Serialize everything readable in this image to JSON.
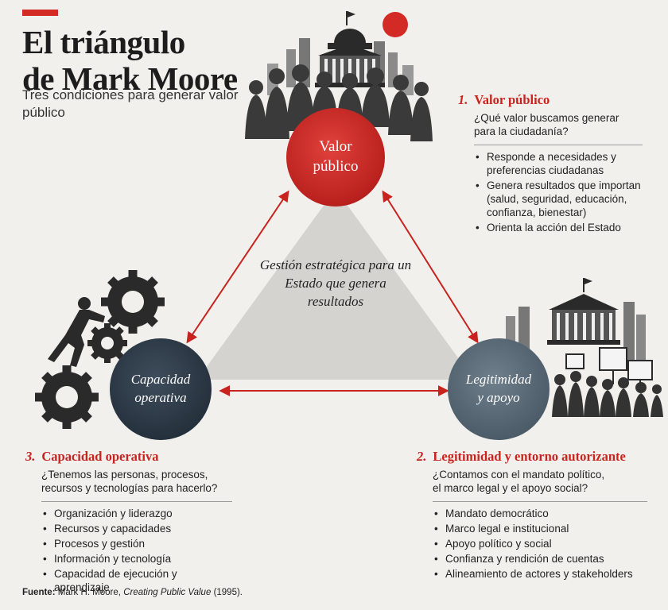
{
  "header": {
    "title_line1": "El triángulo",
    "title_line2": "de Mark Moore",
    "subtitle": "Tres condiciones para generar valor público"
  },
  "center_text": "Gestión estratégica para un Estado que genera resultados",
  "nodes": {
    "valor": {
      "line1": "Valor",
      "line2": "público"
    },
    "capacidad": {
      "line1": "Capacidad",
      "line2": "operativa"
    },
    "legitimidad": {
      "line1": "Legitimidad",
      "line2": "y apoyo"
    }
  },
  "panels": {
    "valor": {
      "number": "1.",
      "title": "Valor público",
      "question": "¿Qué valor buscamos generar para la ciudadanía?",
      "bullets": [
        "Responde a necesidades y preferencias ciudadanas",
        "Genera resultados que importan (salud, seguridad, educación, confianza, bienestar)",
        "Orienta la acción del Estado"
      ]
    },
    "legitimidad": {
      "number": "2.",
      "title": "Legitimidad y entorno autorizante",
      "question": "¿Contamos con el mandato político, el marco legal y el apoyo social?",
      "bullets": [
        "Mandato democrático",
        "Marco legal e institucional",
        "Apoyo político y social",
        "Confianza y rendición de cuentas",
        "Alineamiento de actores y stakeholders"
      ]
    },
    "capacidad": {
      "number": "3.",
      "title": "Capacidad operativa",
      "question": "¿Tenemos las personas, procesos, recursos y tecnologías para hacerlo?",
      "bullets": [
        "Organización y liderazgo",
        "Recursos y capacidades",
        "Procesos y gestión",
        "Información y tecnología",
        "Capacidad de ejecución y aprendizaje"
      ]
    }
  },
  "source": {
    "label": "Fuente:",
    "author": "Mark H. Moore,",
    "work": "Creating Public Value",
    "year": "(1995)."
  },
  "colors": {
    "accent_red": "#d42a26",
    "valor_node": "#cf2a26",
    "capacidad_node": "#2f3c4a",
    "legitimidad_node": "#5a6a78",
    "triangle_fill": "#d5d3cf",
    "arrow": "#c8231f"
  }
}
